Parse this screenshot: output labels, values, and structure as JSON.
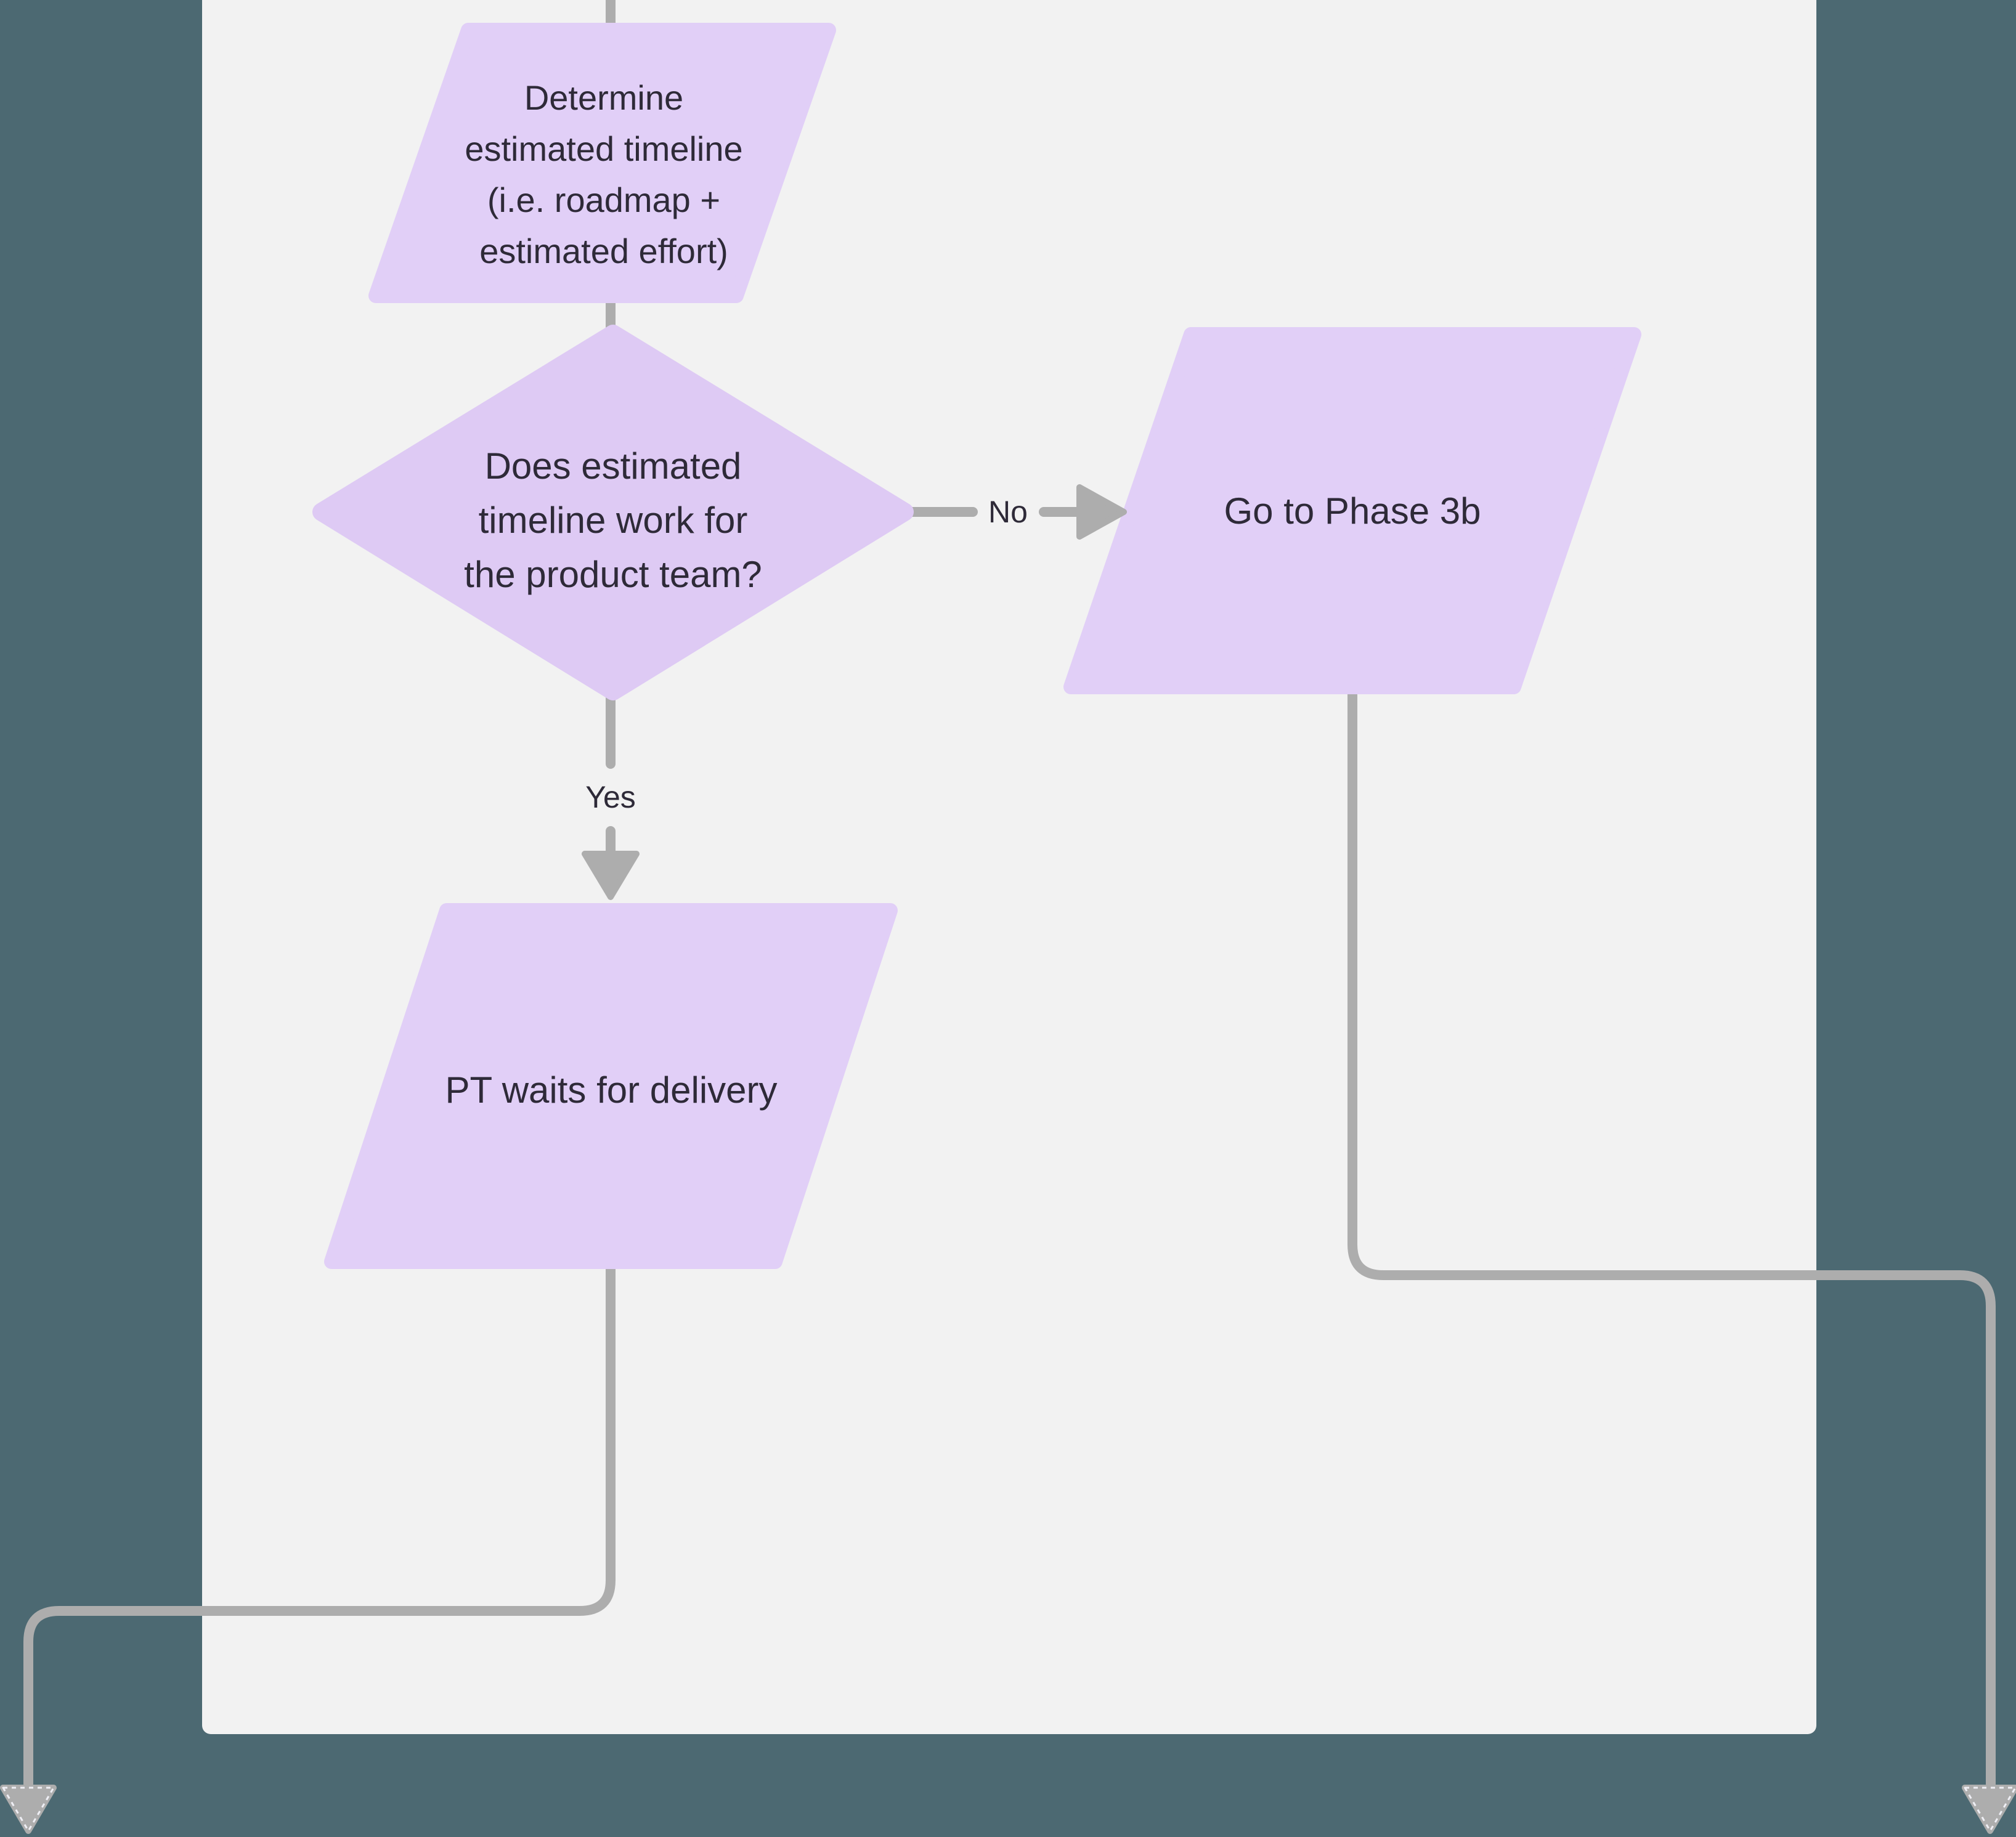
{
  "colors": {
    "background": "#4C6972",
    "canvas": "#F2F2F2",
    "shape": "#E1CFF7",
    "diamond": "#DECAF4",
    "line": "#ADADAD",
    "text": "#2E2A38"
  },
  "flowchart": {
    "nodes": {
      "determine": {
        "shape": "parallelogram",
        "label": "Determine\nestimated timeline\n(i.e. roadmap +\nestimated effort)"
      },
      "decision": {
        "shape": "diamond",
        "label": "Does estimated\ntimeline work for\nthe product team?"
      },
      "phase3b": {
        "shape": "parallelogram",
        "label": "Go to Phase 3b"
      },
      "pt_waits": {
        "shape": "parallelogram",
        "label": "PT waits for delivery"
      }
    },
    "edge_labels": {
      "no": "No",
      "yes": "Yes"
    }
  }
}
